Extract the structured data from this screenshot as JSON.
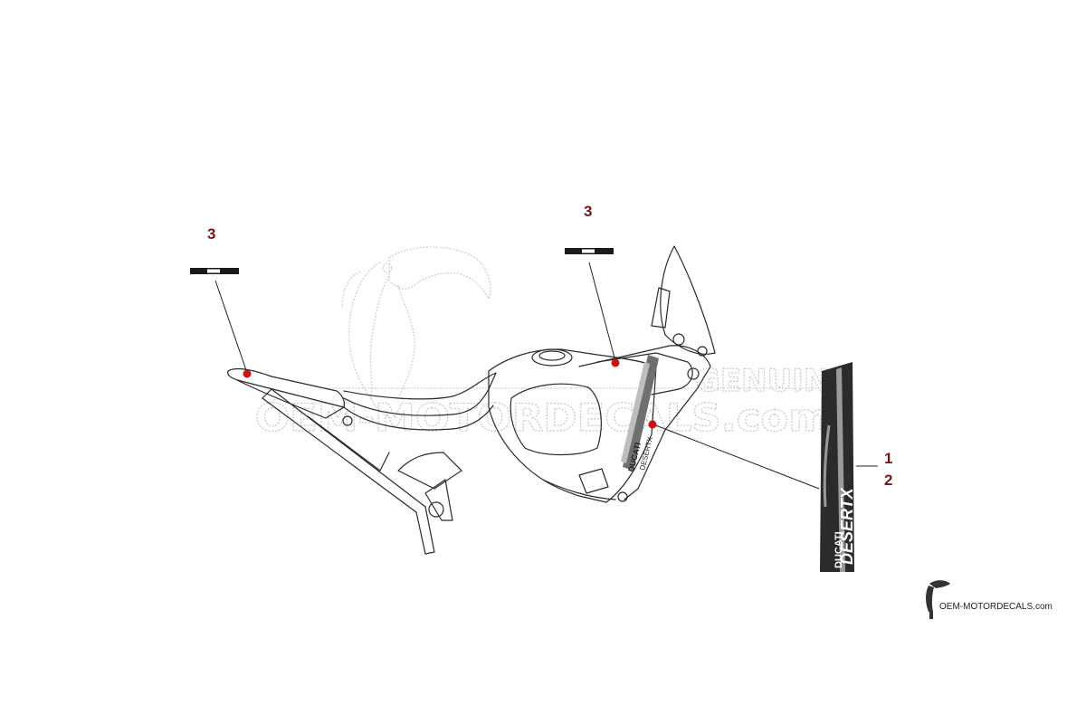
{
  "watermark": {
    "word_top": "GENUINE",
    "word_main": "OEM-MOTORDECALS.com"
  },
  "corner_logo": {
    "text": "OEM-MOTORDECALS.com",
    "icon": "toucan-icon"
  },
  "callouts": [
    {
      "id": "callout-3-left",
      "label": "3"
    },
    {
      "id": "callout-3-right",
      "label": "3"
    },
    {
      "id": "callout-1",
      "label": "1"
    },
    {
      "id": "callout-2",
      "label": "2"
    }
  ],
  "decal": {
    "brand": "DUCATI",
    "model": "DESERTX",
    "tank_brand": "DUCATI",
    "tank_model": "DESERTX"
  },
  "colors": {
    "callout_number": "#7a1414",
    "anchor_dot": "#cc1111",
    "watermark": "#c9c9c9",
    "decal_dark": "#2b2b2b",
    "decal_stripe": "#9a9a9a"
  }
}
